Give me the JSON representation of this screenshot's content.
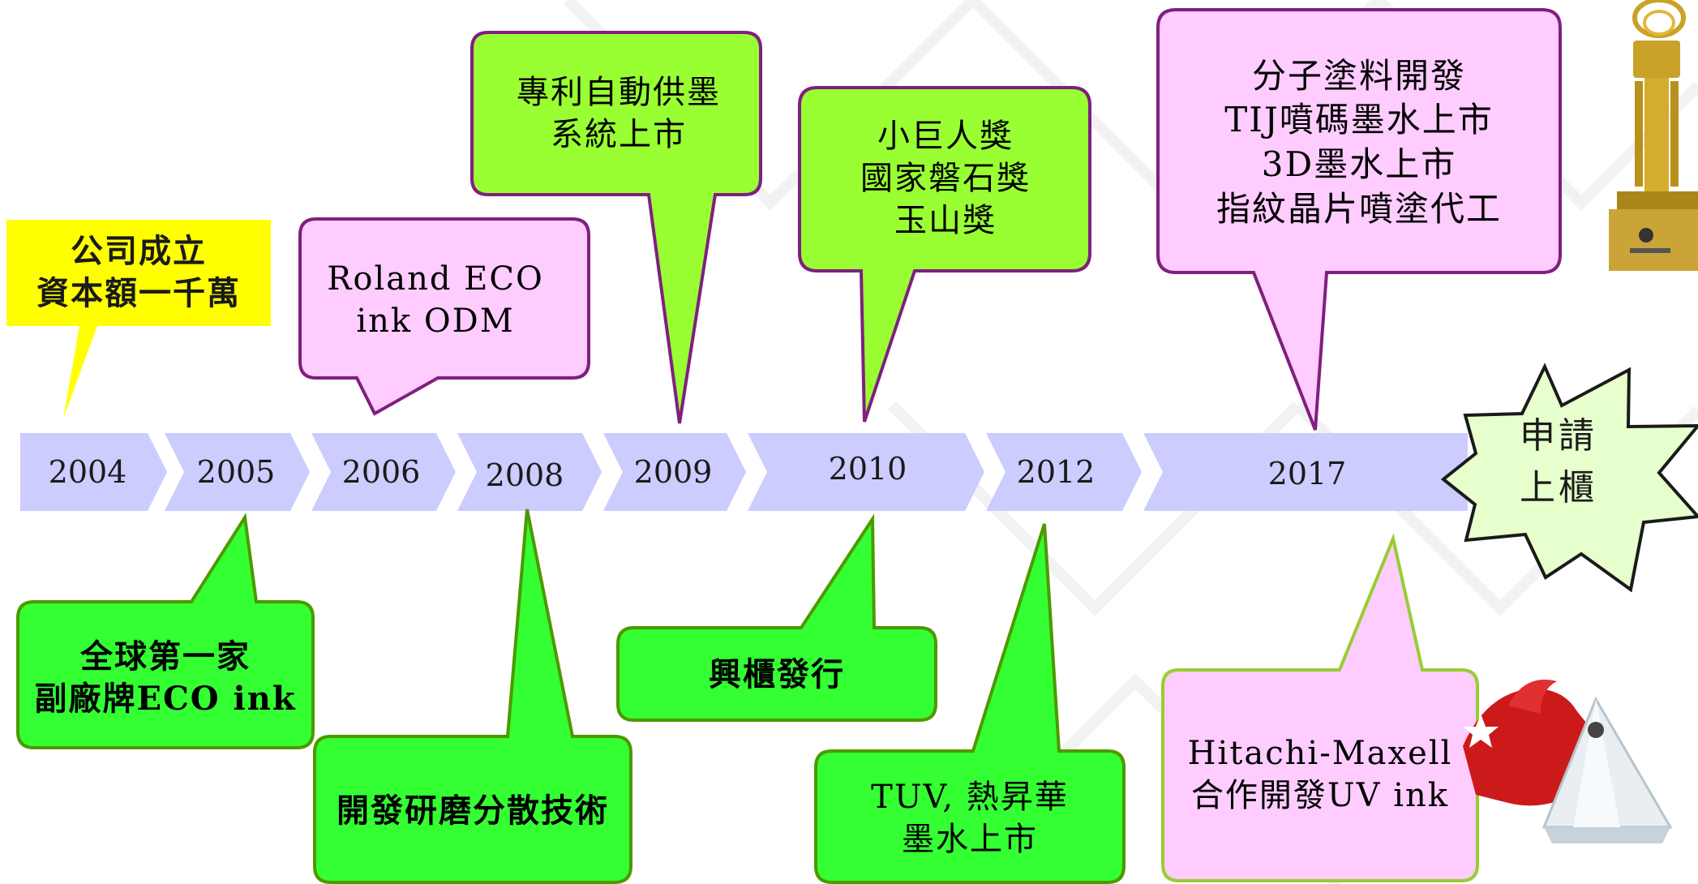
{
  "timeline": {
    "years": [
      "2004",
      "2005",
      "2006",
      "2008",
      "2009",
      "2010",
      "2012",
      "2017"
    ]
  },
  "events_above": [
    {
      "year": "2004",
      "lines": [
        "公司成立",
        "資本額一千萬"
      ]
    },
    {
      "year": "2006",
      "lines": [
        "Roland ECO",
        "ink ODM"
      ]
    },
    {
      "year": "2009",
      "lines": [
        "專利自動供墨",
        "系統上市"
      ]
    },
    {
      "year": "2010",
      "lines": [
        "小巨人獎",
        "國家磐石獎",
        "玉山獎"
      ]
    },
    {
      "year": "2017",
      "lines": [
        "分子塗料開發",
        "TIJ噴碼墨水上市",
        "3D墨水上市",
        "指紋晶片噴塗代工"
      ]
    }
  ],
  "events_below": [
    {
      "year": "2005",
      "lines": [
        "全球第一家",
        "副廠牌ECO ink"
      ]
    },
    {
      "year": "2008",
      "lines": [
        "開發研磨分散技術"
      ]
    },
    {
      "year": "2010",
      "lines": [
        "興櫃發行"
      ]
    },
    {
      "year": "2012",
      "lines": [
        "TUV, 熱昇華",
        "墨水上市"
      ]
    },
    {
      "year": "2017",
      "lines": [
        "Hitachi-Maxell",
        "合作開發UV ink"
      ]
    }
  ],
  "goal": {
    "lines": [
      "申請",
      "上櫃"
    ]
  },
  "colors": {
    "yellow": "#ffff00",
    "pink": "#ffccff",
    "lime": "#99ff33",
    "green": "#33ff33",
    "purple": "#7f1f7f",
    "olive": "#4d9900",
    "lightgreen_border": "#99cc33",
    "chevron": "#ccccff",
    "burst": "#e6ffcc"
  }
}
